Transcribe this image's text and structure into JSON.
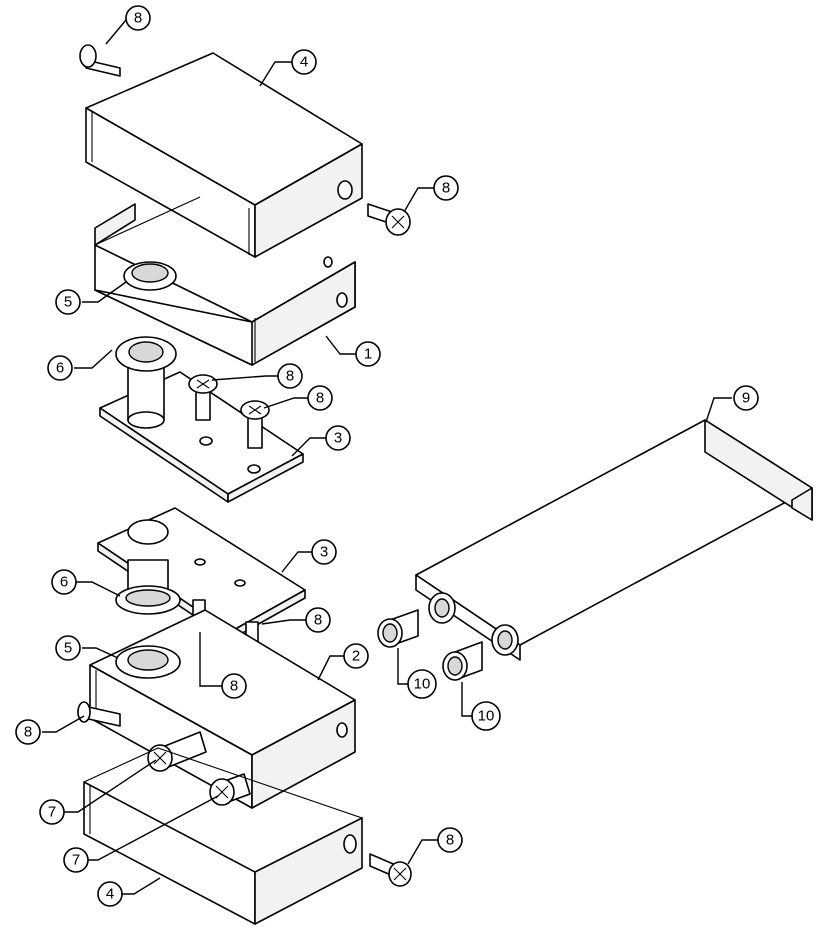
{
  "diagram": {
    "type": "exploded-assembly",
    "line_color": "#000000",
    "background": "#ffffff",
    "callouts": [
      {
        "id": "c1",
        "label": "8"
      },
      {
        "id": "c2",
        "label": "4"
      },
      {
        "id": "c3",
        "label": "8"
      },
      {
        "id": "c4",
        "label": "5"
      },
      {
        "id": "c5",
        "label": "1"
      },
      {
        "id": "c6",
        "label": "6"
      },
      {
        "id": "c7",
        "label": "8"
      },
      {
        "id": "c8",
        "label": "8"
      },
      {
        "id": "c9",
        "label": "3"
      },
      {
        "id": "c10",
        "label": "9"
      },
      {
        "id": "c11",
        "label": "3"
      },
      {
        "id": "c12",
        "label": "6"
      },
      {
        "id": "c13",
        "label": "8"
      },
      {
        "id": "c14",
        "label": "5"
      },
      {
        "id": "c15",
        "label": "2"
      },
      {
        "id": "c16",
        "label": "8"
      },
      {
        "id": "c17",
        "label": "10"
      },
      {
        "id": "c18",
        "label": "10"
      },
      {
        "id": "c19",
        "label": "8"
      },
      {
        "id": "c20",
        "label": "7"
      },
      {
        "id": "c21",
        "label": "7"
      },
      {
        "id": "c22",
        "label": "8"
      },
      {
        "id": "c23",
        "label": "4"
      }
    ]
  }
}
